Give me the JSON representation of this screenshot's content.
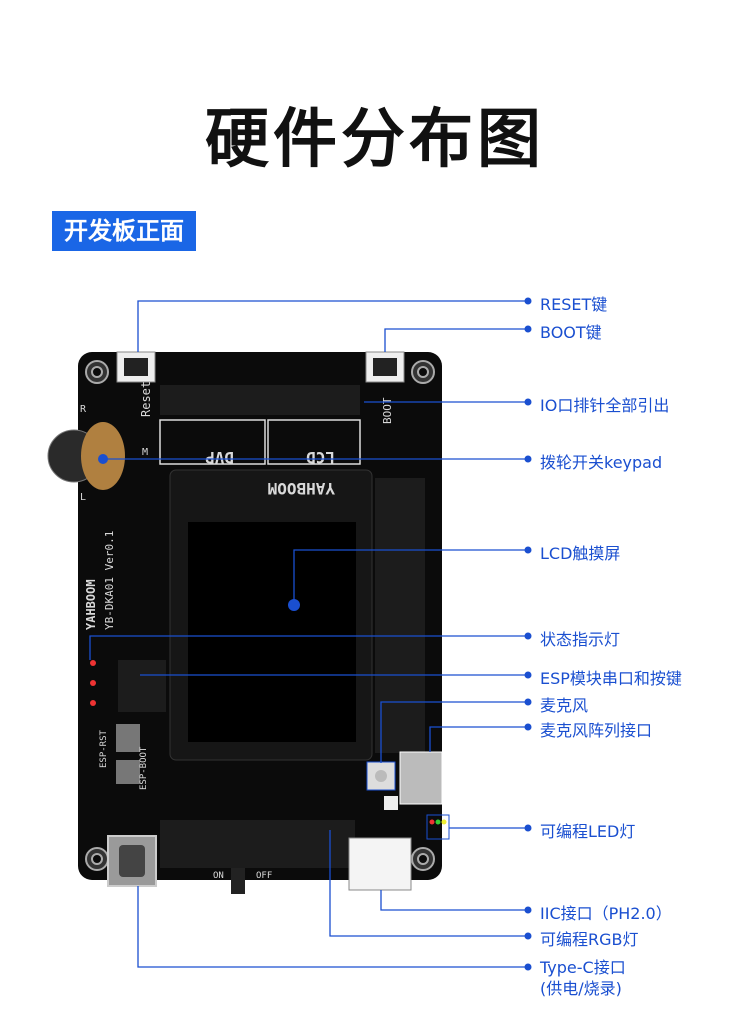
{
  "title": "硬件分布图",
  "section_badge": "开发板正面",
  "colors": {
    "accent": "#1a66e6",
    "callout": "#1a4fd0",
    "board": "#0b0b0b"
  },
  "board_silkscreen": {
    "reset": "Reset",
    "boot": "BOOT",
    "dvp": "DVP",
    "lcd": "LCD",
    "logo": "YAHBOOM",
    "model": "YB-DKA01 Ver0.1",
    "esp_rst": "ESP-RST",
    "esp_boot": "ESP-BOOT",
    "on": "ON",
    "off": "OFF",
    "r": "R",
    "l": "L",
    "m": "M"
  },
  "callouts": [
    {
      "label": "RESET键"
    },
    {
      "label": "BOOT键"
    },
    {
      "label": "IO口排针全部引出"
    },
    {
      "label": "拨轮开关keypad"
    },
    {
      "label": "LCD触摸屏"
    },
    {
      "label": "状态指示灯"
    },
    {
      "label": "ESP模块串口和按键"
    },
    {
      "label": "麦克风"
    },
    {
      "label": "麦克风阵列接口"
    },
    {
      "label": "可编程LED灯"
    },
    {
      "label": "IIC接口（PH2.0）"
    },
    {
      "label": "可编程RGB灯"
    },
    {
      "label": "Type-C接口"
    },
    {
      "label": "(供电/烧录)"
    }
  ]
}
